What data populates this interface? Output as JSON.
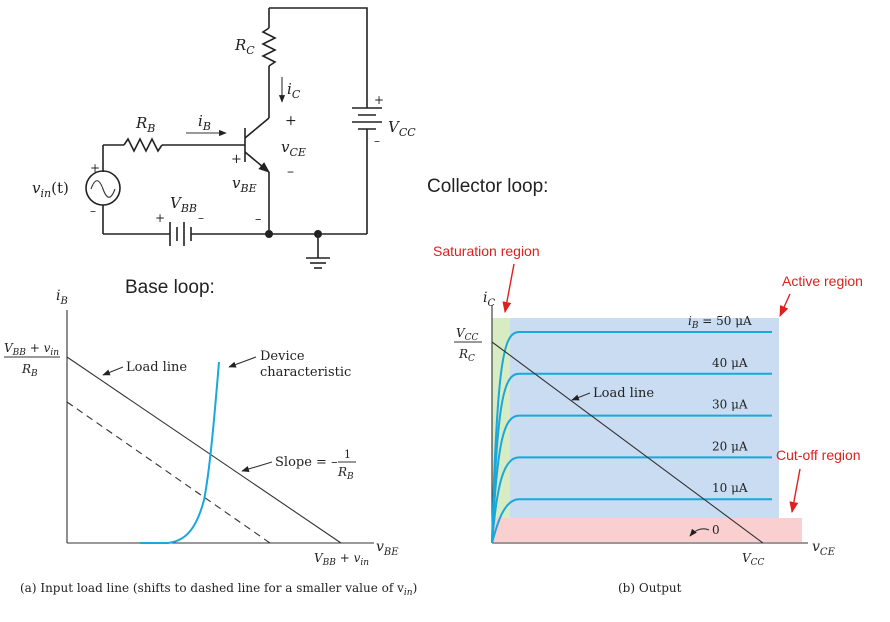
{
  "colors": {
    "curve": "#1aa7d9",
    "saturation_fill": "#d8ecc4",
    "active_fill": "#c9dcf2",
    "cutoff_fill": "#f9cfcf",
    "annotation": "#e02020"
  },
  "circuit": {
    "rc": "R",
    "rc_sub": "C",
    "rb": "R",
    "rb_sub": "B",
    "ib": "i",
    "ib_sub": "B",
    "ic": "i",
    "ic_sub": "C",
    "vce": "v",
    "vce_sub": "CE",
    "vbe": "v",
    "vbe_sub": "BE",
    "vcc": "V",
    "vcc_sub": "CC",
    "vbb": "V",
    "vbb_sub": "BB",
    "vin": "v",
    "vin_sub": "in",
    "vin_arg": "(t)",
    "plus": "+",
    "minus": "–"
  },
  "headings": {
    "base_loop": "Base loop:",
    "collector_loop": "Collector loop:"
  },
  "regions": {
    "saturation": "Saturation region",
    "active": "Active region",
    "cutoff": "Cut-off region"
  },
  "chart_data": [
    {
      "type": "line",
      "panel": "input",
      "ylabel": "i",
      "ylabel_sub": "B",
      "xlabel": "v",
      "xlabel_sub": "BE",
      "y_intercept_num": "V",
      "y_intercept_num_sub": "BB",
      "y_intercept_num_rest": " + v",
      "y_intercept_num_rest_sub": "in",
      "y_intercept_den": "R",
      "y_intercept_den_sub": "B",
      "x_intercept": "V",
      "x_intercept_sub": "BB",
      "x_intercept_rest": " + v",
      "x_intercept_rest_sub": "in",
      "load_line_label": "Load line",
      "device_label_1": "Device",
      "device_label_2": "characteristic",
      "slope_label": "Slope = –",
      "slope_num": "1",
      "slope_den": "R",
      "slope_den_sub": "B",
      "caption": "(a) Input load line (shifts to dashed line for a smaller value of v",
      "caption_sub": "in",
      "caption_end": ")"
    },
    {
      "type": "line",
      "panel": "output",
      "ylabel": "i",
      "ylabel_sub": "C",
      "xlabel": "v",
      "xlabel_sub": "CE",
      "y_intercept_num": "V",
      "y_intercept_num_sub": "CC",
      "y_intercept_den": "R",
      "y_intercept_den_sub": "C",
      "x_intercept": "V",
      "x_intercept_sub": "CC",
      "load_line_label": "Load line",
      "series": [
        {
          "name": "i",
          "name_sub": "B",
          "name_rest": " = 50 μA",
          "ib_uA": 50
        },
        {
          "name": "40 μA",
          "ib_uA": 40
        },
        {
          "name": "30 μA",
          "ib_uA": 30
        },
        {
          "name": "20 μA",
          "ib_uA": 20
        },
        {
          "name": "10 μA",
          "ib_uA": 10
        },
        {
          "name": "0",
          "ib_uA": 0
        }
      ],
      "caption": "(b) Output"
    }
  ]
}
